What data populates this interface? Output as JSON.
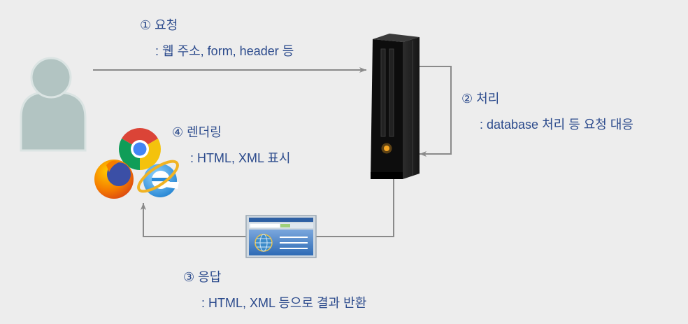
{
  "steps": {
    "request": {
      "title": "① 요청",
      "detail": ": 웹 주소, form, header 등"
    },
    "process": {
      "title": "② 처리",
      "detail": ": database 처리 등 요청 대응"
    },
    "response": {
      "title": "③ 응답",
      "detail": ": HTML, XML 등으로 결과 반환"
    },
    "render": {
      "title": "④ 렌더링",
      "detail": ": HTML, XML 표시"
    }
  },
  "icons": {
    "client": "user-icon",
    "server": "server-tower-icon",
    "browsers": [
      "firefox-icon",
      "chrome-icon",
      "internet-explorer-icon"
    ],
    "response_document": "web-page-document-icon"
  },
  "colors": {
    "background": "#ededed",
    "text": "#2b4a8c",
    "arrow": "#8a8a8a",
    "user": "#b2c4c2",
    "server": "#0d0d0d",
    "server_led": "#f5a623"
  }
}
